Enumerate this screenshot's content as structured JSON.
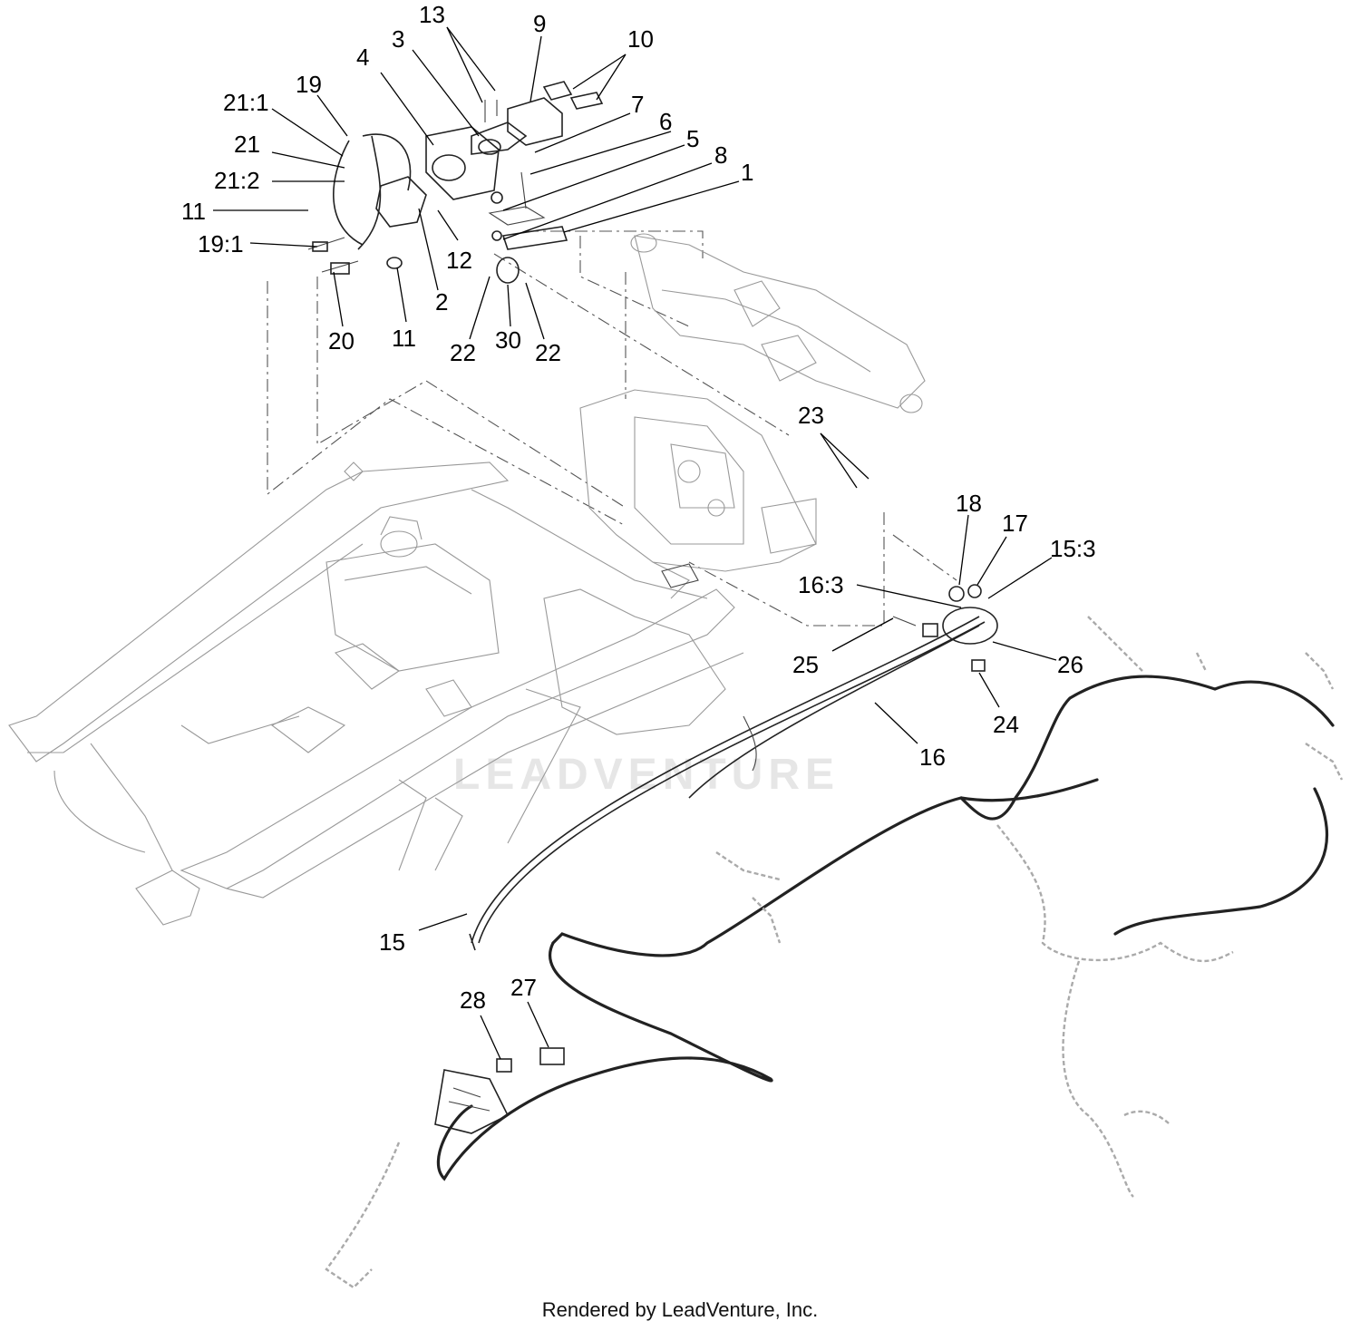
{
  "watermark": "LEADVENTURE",
  "footer": "Rendered by LeadVenture, Inc.",
  "callouts": [
    "13",
    "9",
    "10",
    "3",
    "4",
    "7",
    "6",
    "5",
    "8",
    "1",
    "19",
    "21:1",
    "21",
    "21:2",
    "11",
    "19:1",
    "12",
    "2",
    "20",
    "11",
    "22",
    "30",
    "22",
    "23",
    "18",
    "17",
    "15:3",
    "16:3",
    "25",
    "26",
    "24",
    "16",
    "15",
    "28",
    "27"
  ]
}
